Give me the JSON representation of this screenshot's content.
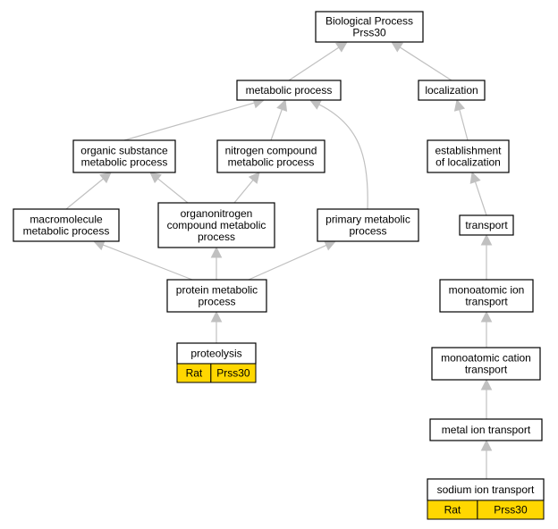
{
  "nodes": {
    "bp": {
      "lines": [
        "Biological Process",
        "Prss30"
      ]
    },
    "metabolic": {
      "lines": [
        "metabolic process"
      ]
    },
    "localization": {
      "lines": [
        "localization"
      ]
    },
    "organic_substance": {
      "lines": [
        "organic substance",
        "metabolic process"
      ]
    },
    "nitrogen_compound": {
      "lines": [
        "nitrogen compound",
        "metabolic process"
      ]
    },
    "establishment": {
      "lines": [
        "establishment",
        "of localization"
      ]
    },
    "macromolecule": {
      "lines": [
        "macromolecule",
        "metabolic process"
      ]
    },
    "organonitrogen": {
      "lines": [
        "organonitrogen",
        "compound metabolic",
        "process"
      ]
    },
    "primary": {
      "lines": [
        "primary metabolic",
        "process"
      ]
    },
    "transport": {
      "lines": [
        "transport"
      ]
    },
    "protein_metabolic": {
      "lines": [
        "protein metabolic",
        "process"
      ]
    },
    "monoatomic_ion": {
      "lines": [
        "monoatomic ion",
        "transport"
      ]
    },
    "proteolysis": {
      "lines": [
        "proteolysis"
      ],
      "annotation": [
        "Rat",
        "Prss30"
      ]
    },
    "monoatomic_cation": {
      "lines": [
        "monoatomic cation",
        "transport"
      ]
    },
    "metal_ion": {
      "lines": [
        "metal ion transport"
      ]
    },
    "sodium_ion": {
      "lines": [
        "sodium ion transport"
      ],
      "annotation": [
        "Rat",
        "Prss30"
      ]
    }
  },
  "colors": {
    "edge": "#c0c0c0",
    "annotation_fill": "#ffd700",
    "box_border": "#000000"
  }
}
